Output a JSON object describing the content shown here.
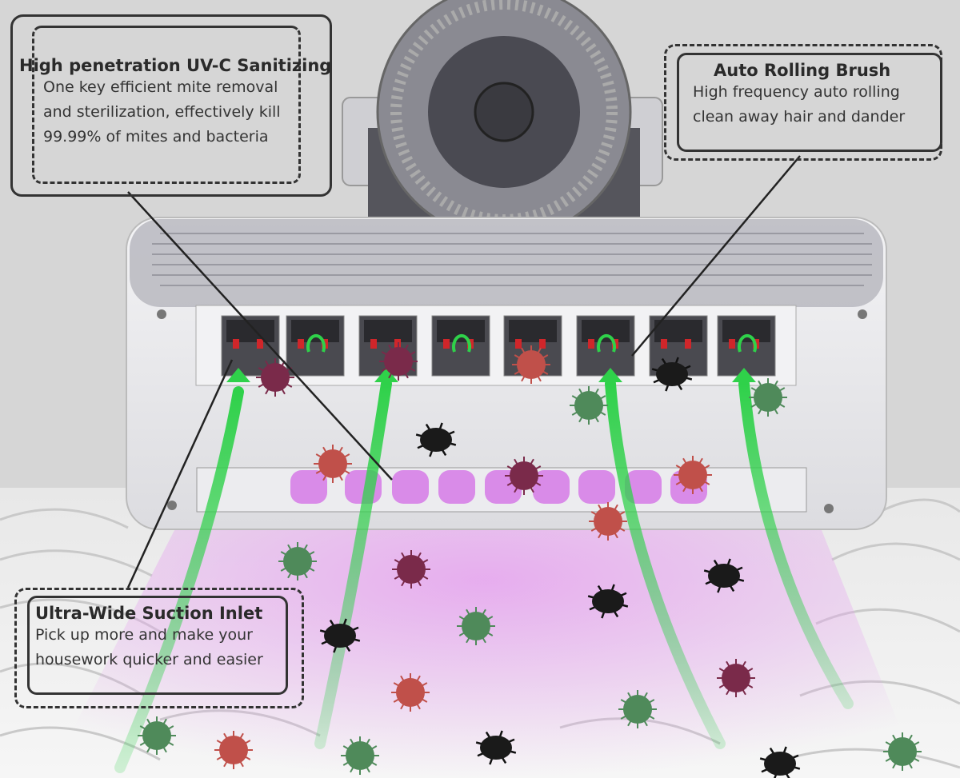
{
  "callouts": {
    "uvc": {
      "title": "High penetration UV-C Sanitizing",
      "lines": [
        "One key efficient mite removal",
        "and sterilization, effectively kill",
        "99.99% of mites and bacteria"
      ]
    },
    "brush": {
      "title": "Auto Rolling Brush",
      "lines": [
        "High frequency auto rolling",
        "clean away hair and dander"
      ]
    },
    "suction": {
      "title": "Ultra-Wide Suction Inlet",
      "lines": [
        "Pick up more and make your",
        "housework quicker and easier"
      ]
    }
  },
  "colors": {
    "background": "#d6d6d6",
    "device": "#e9e9ec",
    "uv_light": "#d98be8",
    "arrow": "#2fd14a",
    "virus_red": "#c0504a",
    "virus_purple": "#7a2a4a",
    "virus_green": "#4f8a5a"
  }
}
